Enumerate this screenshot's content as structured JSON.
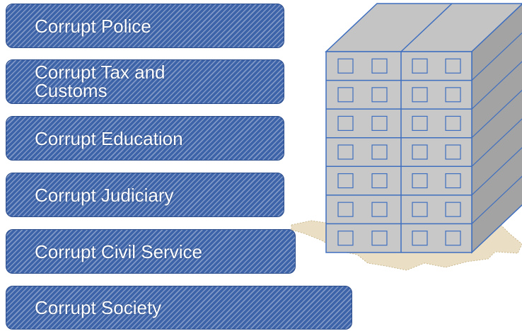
{
  "labels": [
    {
      "id": "police",
      "text": "Corrupt Police"
    },
    {
      "id": "tax",
      "text": "Corrupt Tax and Customs"
    },
    {
      "id": "education",
      "text": "Corrupt Education"
    },
    {
      "id": "judiciary",
      "text": "Corrupt Judiciary"
    },
    {
      "id": "civil",
      "text": "Corrupt Civil Service"
    },
    {
      "id": "society",
      "text": "Corrupt Society"
    }
  ],
  "building": {
    "floors": 7,
    "columns": 2,
    "windows_per_column": 2,
    "colors": {
      "front": "#c8c8c8",
      "top": "#c4c4c4",
      "side": "#a3a3a3",
      "outline": "#3f6fbf",
      "window": "#c9c9c9",
      "map": "#e8dcc0"
    }
  },
  "icons": [
    "building-icon",
    "map-icon"
  ]
}
